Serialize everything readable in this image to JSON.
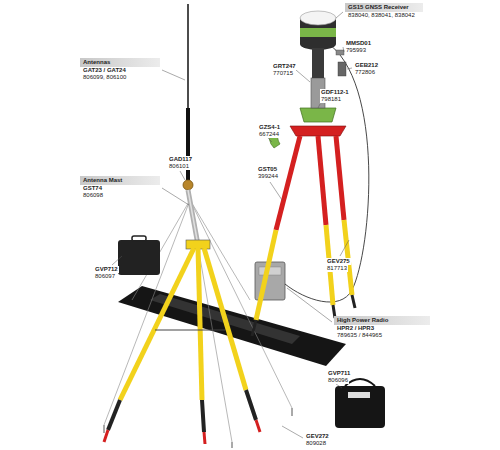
{
  "diagram": {
    "nodes": [
      {
        "text": [
          "GS15 GNSS Receiver",
          "838040, 838041, 838042"
        ]
      },
      {
        "text": [
          "Antennas",
          "GAT23 / GAT24",
          "806099, 806100"
        ]
      },
      {
        "text": [
          "Antenna Mast",
          "GST74",
          "806098"
        ]
      },
      {
        "text": [
          "High Power Radio",
          "HPR2 / HPR3",
          "789635 / 844965"
        ]
      }
    ],
    "labels": [
      "MMSD01",
      "795993",
      "GEB212",
      "772806",
      "GRT247",
      "770715",
      "GDF112-1",
      "798181",
      "GZS4-1",
      "667244",
      "GAD117",
      "806101",
      "GST05",
      "399244",
      "GEV275",
      "817713",
      "GVP712",
      "806097",
      "GVP711",
      "806096",
      "GEV272",
      "809028"
    ]
  }
}
